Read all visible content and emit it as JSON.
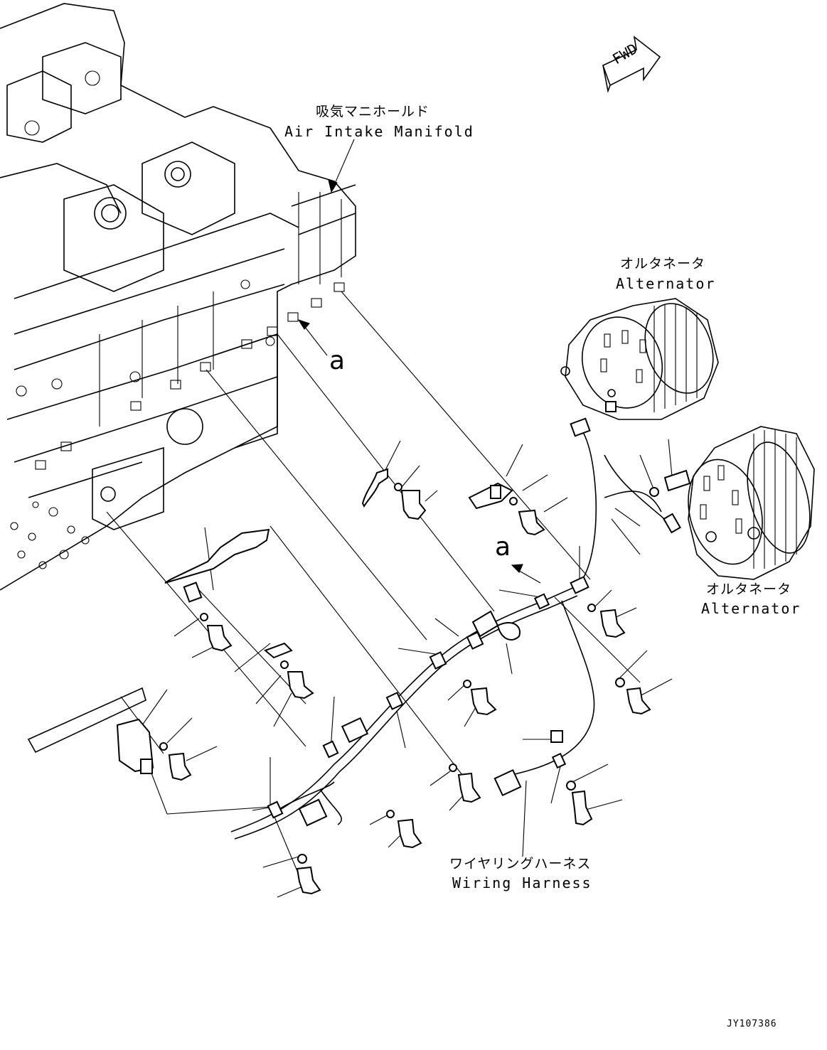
{
  "labels": {
    "manifold_jp": "吸気マニホールド",
    "manifold_en": "Air Intake Manifold",
    "alternator1_jp": "オルタネータ",
    "alternator1_en": "Alternator",
    "alternator2_jp": "オルタネータ",
    "alternator2_en": "Alternator",
    "harness_jp": "ワイヤリングハーネス",
    "harness_en": "Wiring Harness",
    "ref_a1": "a",
    "ref_a2": "a",
    "fwd": "FWD",
    "drawing_code": "JY107386"
  }
}
